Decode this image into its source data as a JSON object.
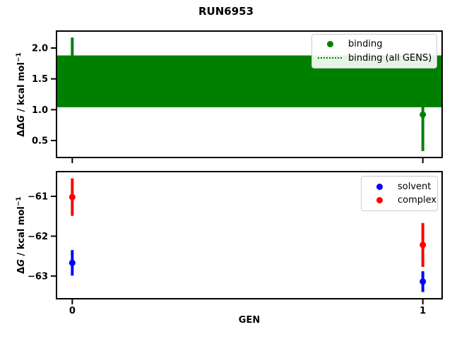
{
  "title": "RUN6953",
  "colors": {
    "binding": "#008000",
    "solvent": "#0000ff",
    "complex": "#ff0000",
    "axes": "#000000",
    "legend_border": "#cccccc",
    "background": "#ffffff"
  },
  "chart_data": [
    {
      "type": "scatter",
      "panel": "binding",
      "ylabel": {
        "delta": "ΔΔ",
        "var": "G",
        "rest": " / kcal mol",
        "sup": "−1"
      },
      "xlabel": "",
      "xlim": [
        -0.045,
        1.055
      ],
      "ylim": [
        0.225,
        2.275
      ],
      "yticks": [
        0.5,
        1.0,
        1.5,
        2.0
      ],
      "ytick_labels": [
        "0.5",
        "1.0",
        "1.5",
        "2.0"
      ],
      "xticks": [
        0,
        1
      ],
      "xtick_labels": [],
      "grid": false,
      "legend_position": "upper right",
      "band": {
        "name": "binding (all GENS)",
        "color": "#008000",
        "y_center": 1.46,
        "y_lo": 1.04,
        "y_hi": 1.88,
        "line_style": "dotted"
      },
      "series": [
        {
          "name": "binding",
          "color": "#008000",
          "marker": "circle",
          "x": [
            0,
            1
          ],
          "y": [
            1.62,
            0.92
          ],
          "yerr": [
            0.55,
            0.59
          ]
        }
      ],
      "legend": [
        {
          "label": "binding",
          "marker": "circle",
          "color": "#008000"
        },
        {
          "label": "binding (all GENS)",
          "marker": "dotted-line",
          "color": "#008000"
        }
      ]
    },
    {
      "type": "scatter",
      "panel": "free-energy",
      "ylabel": {
        "delta": "Δ",
        "var": "G",
        "rest": " / kcal mol",
        "sup": "−1"
      },
      "xlabel": "GEN",
      "xlim": [
        -0.045,
        1.055
      ],
      "ylim": [
        -63.57,
        -60.38
      ],
      "yticks": [
        -63,
        -62,
        -61
      ],
      "ytick_labels": [
        "−63",
        "−62",
        "−61"
      ],
      "xticks": [
        0,
        1
      ],
      "xtick_labels": [
        "0",
        "1"
      ],
      "grid": false,
      "legend_position": "upper right",
      "series": [
        {
          "name": "solvent",
          "color": "#0000ff",
          "marker": "circle",
          "x": [
            0,
            1
          ],
          "y": [
            -62.67,
            -63.14
          ],
          "yerr": [
            0.32,
            0.26
          ]
        },
        {
          "name": "complex",
          "color": "#ff0000",
          "marker": "circle",
          "x": [
            0,
            1
          ],
          "y": [
            -61.02,
            -62.22
          ],
          "yerr": [
            0.47,
            0.55
          ]
        }
      ],
      "legend": [
        {
          "label": "solvent",
          "marker": "circle",
          "color": "#0000ff"
        },
        {
          "label": "complex",
          "marker": "circle",
          "color": "#ff0000"
        }
      ]
    }
  ]
}
